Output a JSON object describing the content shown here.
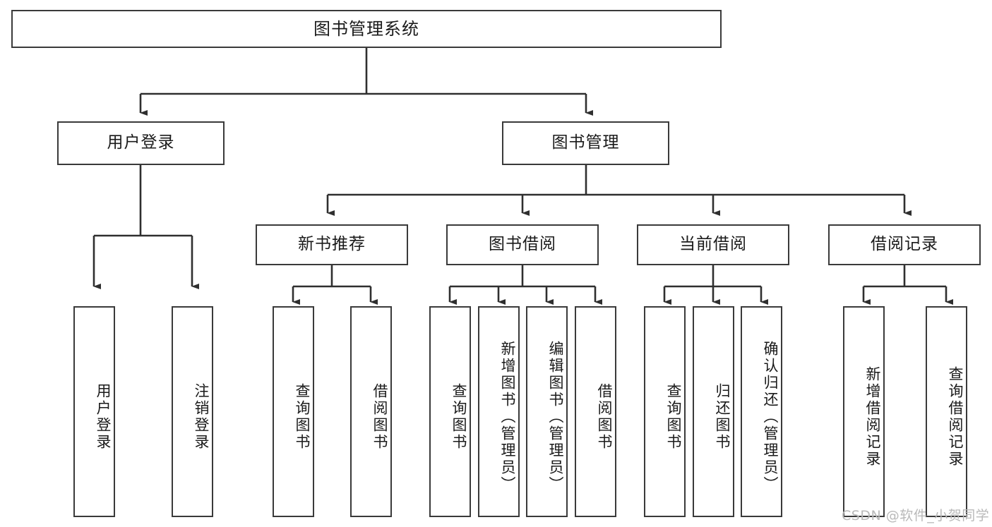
{
  "diagram": {
    "title": "图书管理系统",
    "watermark": "CSDN @软件_小贺同学",
    "colors": {
      "box_border": "#3a3a3a",
      "box_fill": "#ffffff",
      "connector": "#2f2f2f",
      "text": "#1a1a1a",
      "watermark": "#b9b9b9"
    },
    "levels": {
      "root": {
        "label": "图书管理系统"
      },
      "level2": [
        {
          "label": "用户登录"
        },
        {
          "label": "图书管理"
        }
      ],
      "level3": [
        {
          "label": "新书推荐"
        },
        {
          "label": "图书借阅"
        },
        {
          "label": "当前借阅"
        },
        {
          "label": "借阅记录"
        }
      ],
      "leaves": {
        "user_login": [
          {
            "label": "用户登录"
          },
          {
            "label": "注销登录"
          }
        ],
        "new_book_recommend": [
          {
            "label": "查询图书"
          },
          {
            "label": "借阅图书"
          }
        ],
        "book_borrow": [
          {
            "label": "查询图书"
          },
          {
            "label": "新增图书（管理员）"
          },
          {
            "label": "编辑图书（管理员）"
          },
          {
            "label": "借阅图书"
          }
        ],
        "current_borrow": [
          {
            "label": "查询图书"
          },
          {
            "label": "归还图书"
          },
          {
            "label": "确认归还（管理员）"
          }
        ],
        "borrow_record": [
          {
            "label": "新增借阅记录"
          },
          {
            "label": "查询借阅记录"
          }
        ]
      }
    }
  }
}
